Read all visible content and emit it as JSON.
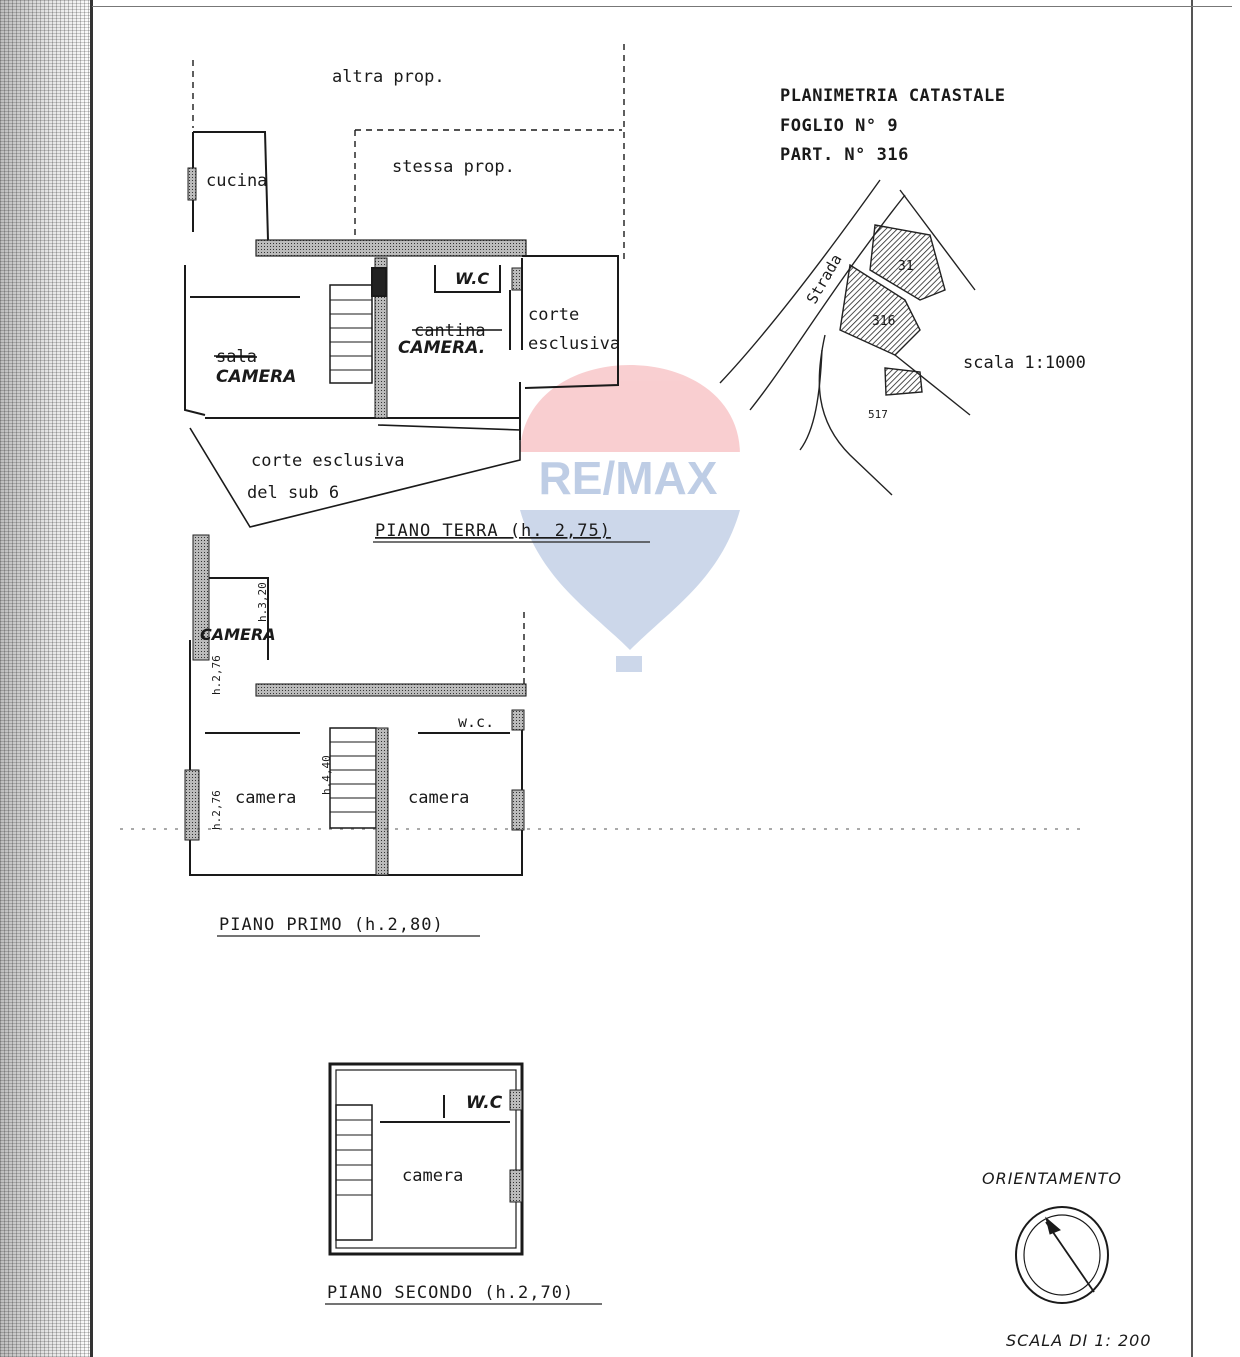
{
  "header": {
    "line1": "PLANIMETRIA CATASTALE",
    "line2": "FOGLIO N° 9",
    "line3": "PART. N° 316"
  },
  "site_plan": {
    "road": "Strada",
    "parcel_a": "31",
    "parcel_b": "316",
    "parcel_c": "517",
    "scale": "scala 1:1000"
  },
  "ground_floor": {
    "label_other": "altra prop.",
    "label_same": "stessa prop.",
    "kitchen": "cucina",
    "wc": "W.C",
    "sala_struck": "sala",
    "room_left": "CAMERA",
    "cantina_struck": "cantina",
    "room_right": "CAMERA.",
    "court_1": "corte",
    "court_2": "esclusiva",
    "court_sub_1": "corte esclusiva",
    "court_sub_2": "del sub 6",
    "caption": "PIANO  TERRA (h. 2,75)"
  },
  "first_floor": {
    "room_top": "CAMERA",
    "h_top": "h.3,20",
    "h_left_top": "h.2,76",
    "wc": "w.c.",
    "stair_h": "h.4,40",
    "room_left": "camera",
    "h_left_bottom": "h.2,76",
    "room_right": "camera",
    "caption": "PIANO PRIMO  (h.2,80)"
  },
  "second_floor": {
    "wc": "W.C",
    "room": "camera",
    "caption": "PIANO SECONDO (h.2,70)"
  },
  "footer": {
    "orientation": "ORIENTAMENTO",
    "scale": "SCALA DI 1: 200"
  },
  "watermark": {
    "brand": "RE/MAX",
    "colors": {
      "red": "#e5232e",
      "blue": "#1b4ea3"
    }
  }
}
